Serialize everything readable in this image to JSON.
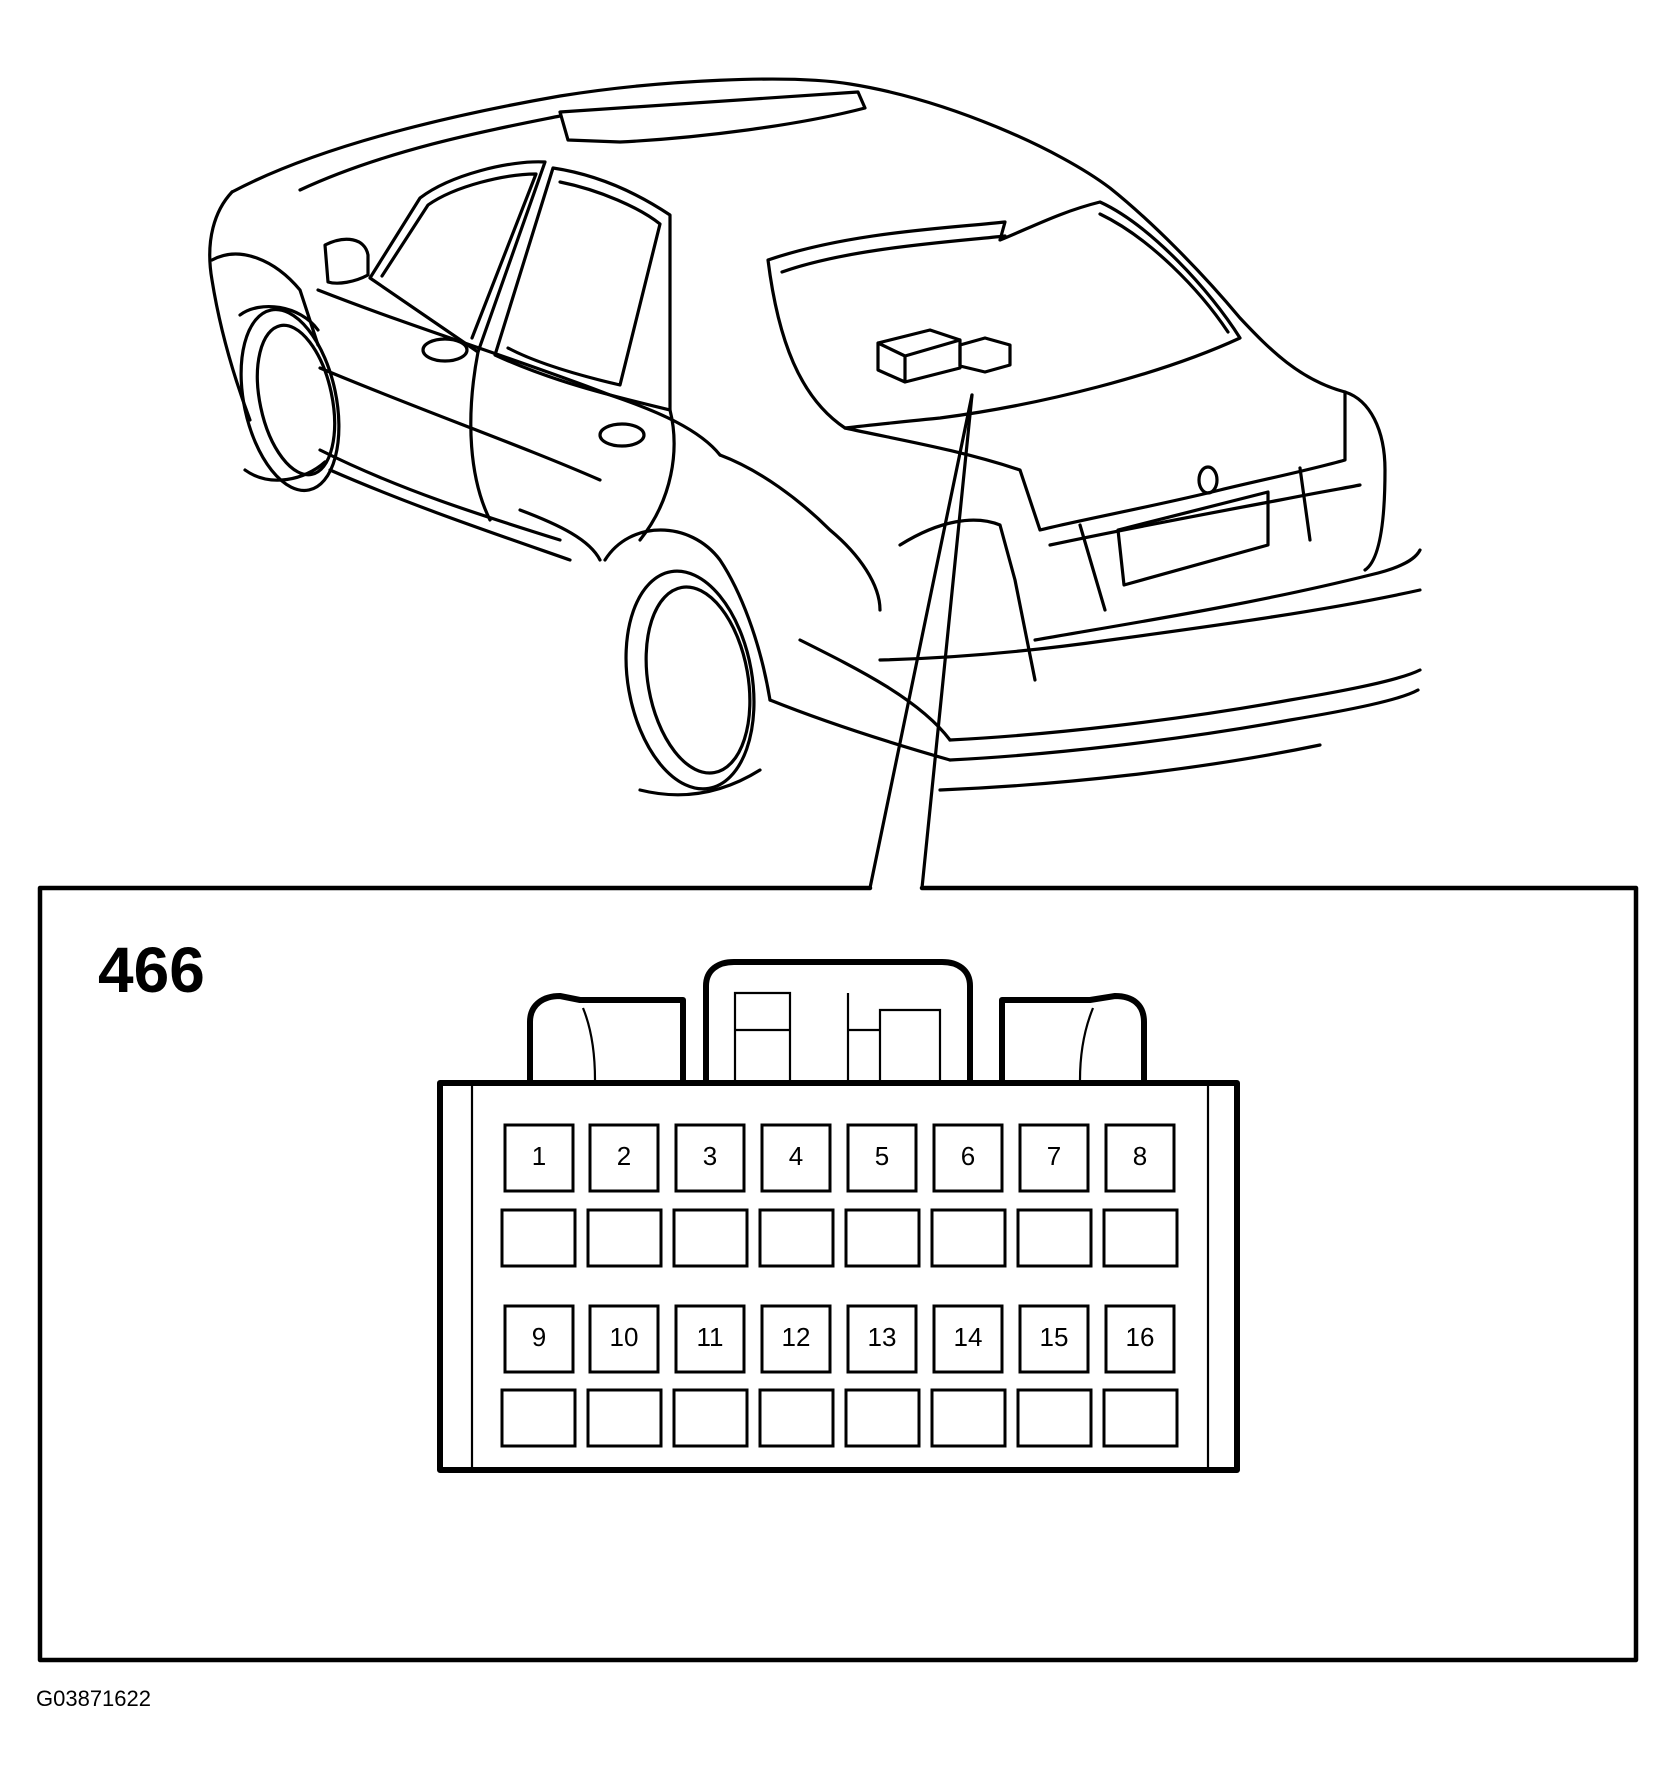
{
  "component_number": "466",
  "figure_code": "G03871622",
  "connector": {
    "rows": [
      {
        "pins": [
          "1",
          "2",
          "3",
          "4",
          "5",
          "6",
          "7",
          "8"
        ]
      },
      {
        "pins": [
          "9",
          "10",
          "11",
          "12",
          "13",
          "14",
          "15",
          "16"
        ]
      }
    ]
  }
}
